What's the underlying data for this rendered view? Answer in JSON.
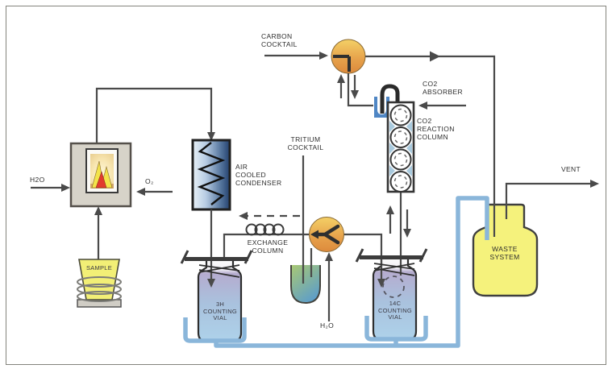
{
  "diagram": {
    "type": "sample-oxidizer-process-flow",
    "labels": {
      "h2o_left": "H2O",
      "o2": "O₂",
      "sample": "SAMPLE",
      "carbon_cocktail": "CARBON\nCOCKTAIL",
      "tritium_cocktail": "TRITIUM\nCOCKTAIL",
      "air_cooled_condenser": "AIR\nCOOLED\nCONDENSER",
      "exchange_column": "EXCHANGE\nCOLUMN",
      "co2_absorber": "CO2\nABSORBER",
      "co2_reaction_column": "CO2\nREACTION\nCOLUMN",
      "h3_counting_vial": "3H\nCOUNTING\nVIAL",
      "c14_counting_vial": "14C\nCOUNTING\nVIAL",
      "h2o_bottom": "H₂O",
      "waste_system": "WASTE\nSYSTEM",
      "vent": "VENT"
    },
    "colors": {
      "line": "#4a4a4a",
      "pipe_blue": "#8ab6da",
      "valve_orange_light": "#f4d066",
      "valve_orange_dark": "#dd8a3c",
      "flame_red": "#e23b2e",
      "flame_yellow": "#f3e34a",
      "sample_yellow": "#f2ef76",
      "waste_yellow": "#f5f27c",
      "condenser_light": "#e8f1f7",
      "condenser_dark": "#24416e",
      "vial_purple": "#b5accf",
      "vial_blue": "#aed2ea",
      "green_vial_top": "#a9c873",
      "green_vial_bottom": "#5f9fc7",
      "absorber_blue": "#4f86c4",
      "furnace_gray": "#d7d3c9",
      "triangle_blue": "#a9cade"
    }
  }
}
